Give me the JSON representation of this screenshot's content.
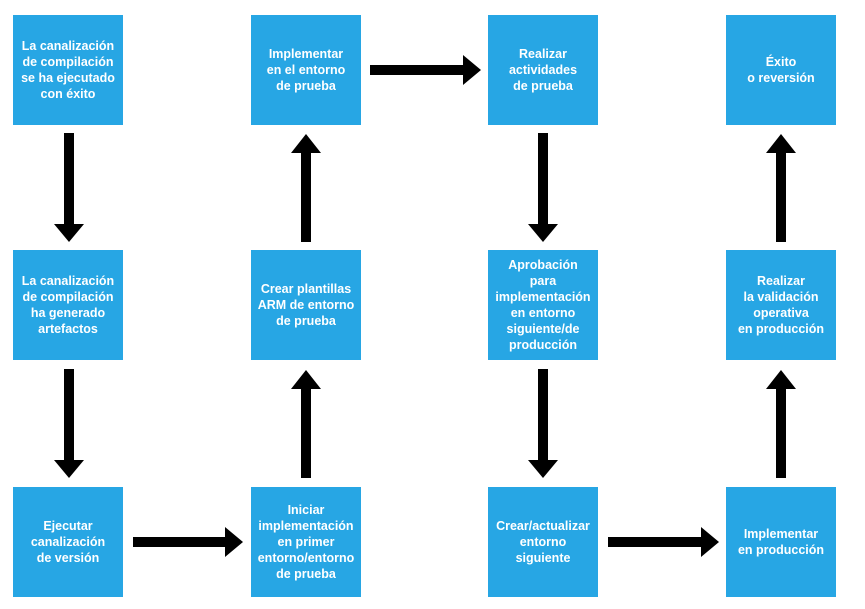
{
  "steps": [
    {
      "id": "b1",
      "text": "La canalización\nde compilación\nse ha ejecutado\ncon éxito"
    },
    {
      "id": "b2",
      "text": "La canalización\nde compilación\nha generado\nartefactos"
    },
    {
      "id": "b3",
      "text": "Ejecutar\ncanalización\nde versión"
    },
    {
      "id": "b4",
      "text": "Iniciar\nimplementación\nen primer\nentorno/entorno\nde prueba"
    },
    {
      "id": "b5",
      "text": "Crear plantillas\nARM de entorno\nde prueba"
    },
    {
      "id": "b6",
      "text": "Implementar\nen el entorno\nde prueba"
    },
    {
      "id": "b7",
      "text": "Realizar\nactividades\nde prueba"
    },
    {
      "id": "b8",
      "text": "Aprobación\npara\nimplementación\nen entorno\nsiguiente/de\nproducción"
    },
    {
      "id": "b9",
      "text": "Crear/actualizar\nentorno\nsiguiente"
    },
    {
      "id": "b10",
      "text": "Implementar\nen producción"
    },
    {
      "id": "b11",
      "text": "Realizar\nla validación\noperativa\nen producción"
    },
    {
      "id": "b12",
      "text": "Éxito\no reversión"
    }
  ],
  "colors": {
    "box": "#27a6e4",
    "box_text": "#ffffff",
    "arrow": "#000000"
  }
}
